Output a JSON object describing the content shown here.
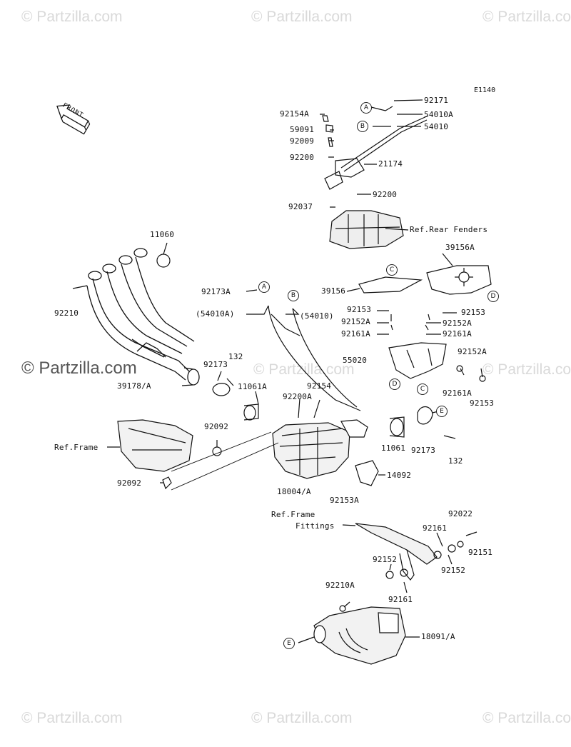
{
  "diagram_code": "E1140",
  "front_label": "FRONT",
  "watermark_text": "© Partzilla.com",
  "watermark_main": "© Partzilla.com",
  "callouts": {
    "a": "A",
    "b": "B",
    "c": "C",
    "d": "D",
    "e": "E"
  },
  "parts": {
    "p92171": "92171",
    "p54010A": "54010A",
    "p54010": "54010",
    "p92154A": "92154A",
    "p59091": "59091",
    "p92009": "92009",
    "p92200_top": "92200",
    "p21174": "21174",
    "p92200_mid": "92200",
    "p92037": "92037",
    "ref_rear_fenders": "Ref.Rear Fenders",
    "p11060": "11060",
    "p39156A": "39156A",
    "p92210": "92210",
    "p92173A": "92173A",
    "p54010A_paren": "(54010A)",
    "p54010_paren": "(54010)",
    "p39156": "39156",
    "p92153_l": "92153",
    "p92152A_l": "92152A",
    "p92161A_l": "92161A",
    "p92153_r": "92153",
    "p92152A_r": "92152A",
    "p92161A_r": "92161A",
    "p55020": "55020",
    "p92152A_r2": "92152A",
    "p132_top": "132",
    "p92173_l": "92173",
    "p39178A": "39178/A",
    "p11061A": "11061A",
    "p92154": "92154",
    "p92200A": "92200A",
    "p92161A_b": "92161A",
    "p92153_b": "92153",
    "p92092_top": "92092",
    "ref_frame": "Ref.Frame",
    "p11061": "11061",
    "p92173_r": "92173",
    "p132_r": "132",
    "p14092": "14092",
    "p92092_bot": "92092",
    "p18004A": "18004/A",
    "p92153A": "92153A",
    "ref_frame_fittings_1": "Ref.Frame",
    "ref_frame_fittings_2": "Fittings",
    "p92022": "92022",
    "p92161_t": "92161",
    "p92151": "92151",
    "p92152_t": "92152",
    "p92152_b": "92152",
    "p92161_b": "92161",
    "p92210A": "92210A",
    "p18091A": "18091/A"
  }
}
